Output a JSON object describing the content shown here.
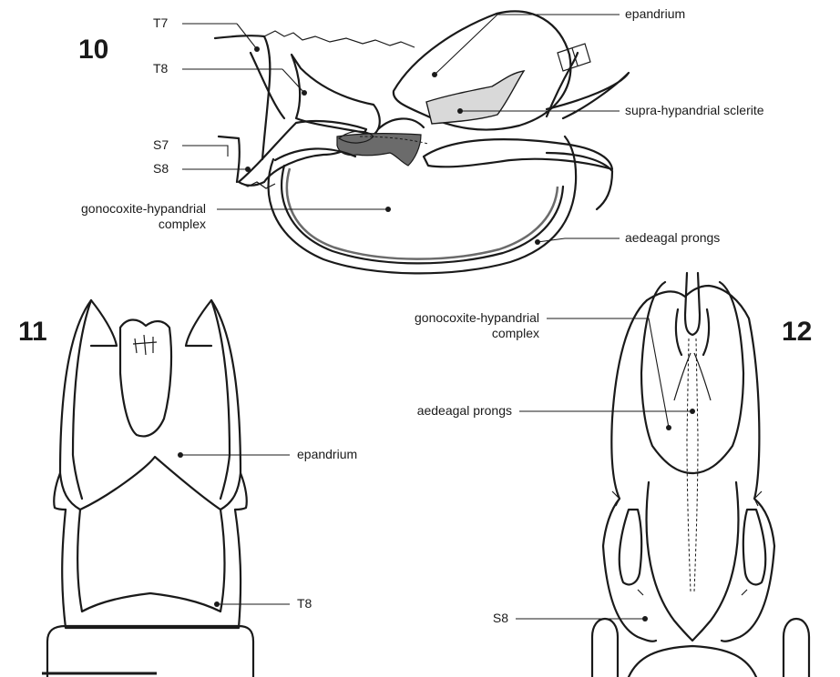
{
  "figures": {
    "fig10": {
      "number": "10",
      "labels": {
        "t7": "T7",
        "t8": "T8",
        "s7": "S7",
        "s8": "S8",
        "epandrium": "epandrium",
        "supra": "supra-hypandrial sclerite",
        "gonocoxite_line1": "gonocoxite-hypandrial",
        "gonocoxite_line2": "complex",
        "aedeagal": "aedeagal prongs"
      }
    },
    "fig11": {
      "number": "11",
      "labels": {
        "epandrium": "epandrium",
        "t8": "T8"
      }
    },
    "fig12": {
      "number": "12",
      "labels": {
        "gonocoxite_line1": "gonocoxite-hypandrial",
        "gonocoxite_line2": "complex",
        "aedeagal": "aedeagal prongs",
        "s8": "S8"
      }
    }
  },
  "colors": {
    "ink": "#1a1a1a",
    "sclerite_light": "#d9d9d9",
    "sclerite_dark": "#6b6b6b",
    "background": "#ffffff"
  }
}
